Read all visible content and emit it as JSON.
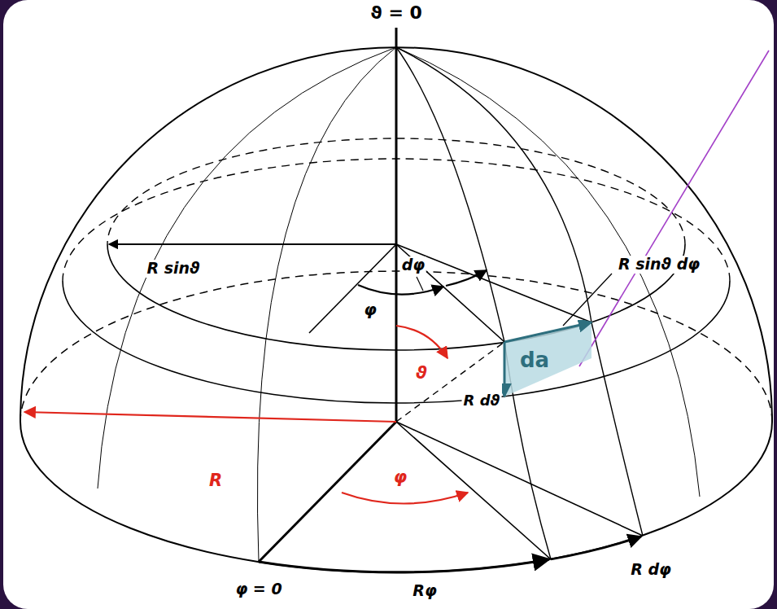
{
  "diagram": {
    "nodes": [
      {
        "text": [
          "da"
        ]
      }
    ],
    "labels": [
      "ϑ = 0",
      "R sinϑ",
      "φ",
      "dφ",
      "R sinϑ dφ",
      "ϑ",
      "R dϑ",
      "R",
      "φ",
      "φ = 0",
      "Rφ",
      "R dφ"
    ]
  }
}
